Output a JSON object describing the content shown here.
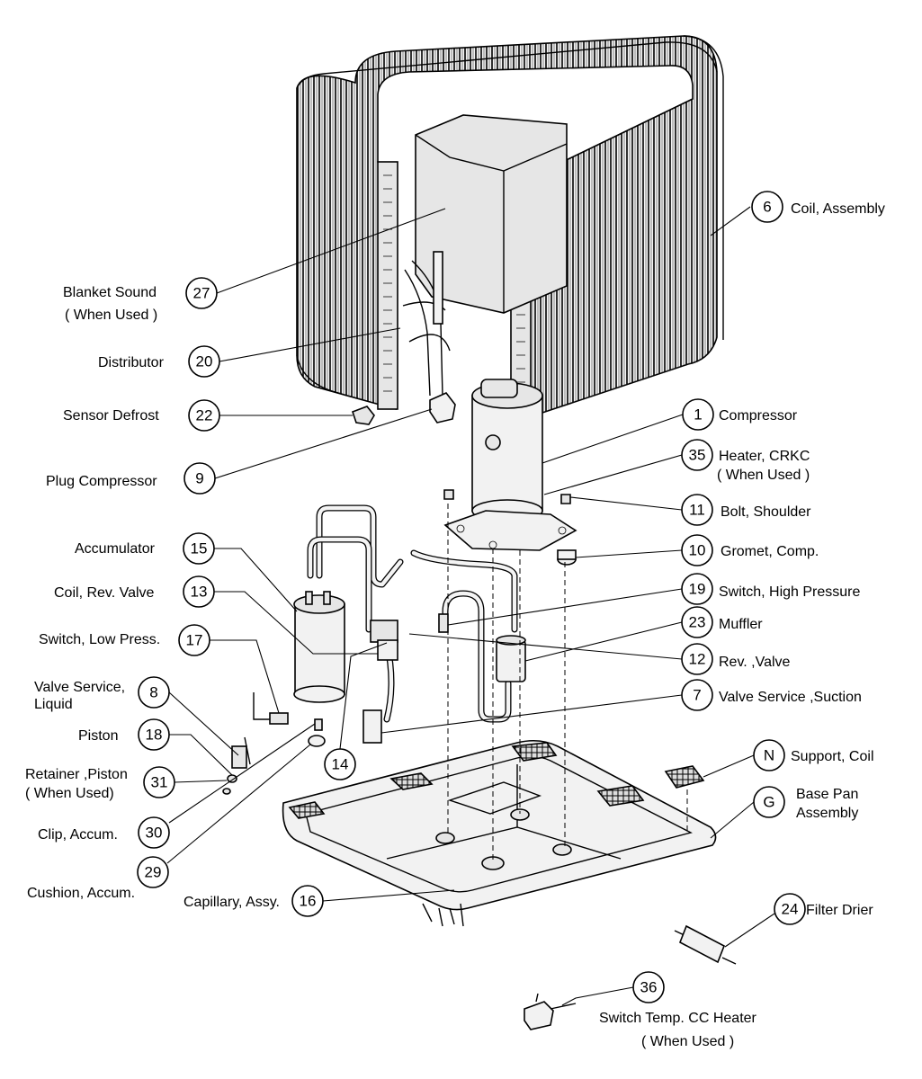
{
  "corner_text": "",
  "callouts": [
    {
      "id": "coil-assembly",
      "num": "6",
      "lines": [
        "Coil, Assembly"
      ]
    },
    {
      "id": "blanket-sound",
      "num": "27",
      "lines": [
        "Blanket Sound",
        "( When Used )"
      ]
    },
    {
      "id": "distributor",
      "num": "20",
      "lines": [
        "Distributor"
      ]
    },
    {
      "id": "sensor-defrost",
      "num": "22",
      "lines": [
        "Sensor Defrost"
      ]
    },
    {
      "id": "compressor",
      "num": "1",
      "lines": [
        "Compressor"
      ]
    },
    {
      "id": "heater-crkc",
      "num": "35",
      "lines": [
        "Heater, CRKC",
        "( When Used )"
      ]
    },
    {
      "id": "plug-compressor",
      "num": "9",
      "lines": [
        "Plug Compressor"
      ]
    },
    {
      "id": "bolt-shoulder",
      "num": "11",
      "lines": [
        "Bolt, Shoulder"
      ]
    },
    {
      "id": "accumulator",
      "num": "15",
      "lines": [
        "Accumulator"
      ]
    },
    {
      "id": "gromet-comp",
      "num": "10",
      "lines": [
        "Gromet, Comp."
      ]
    },
    {
      "id": "coil-rev-valve",
      "num": "13",
      "lines": [
        "Coil, Rev. Valve"
      ]
    },
    {
      "id": "switch-high-pressure",
      "num": "19",
      "lines": [
        "Switch, High Pressure"
      ]
    },
    {
      "id": "muffler",
      "num": "23",
      "lines": [
        "Muffler"
      ]
    },
    {
      "id": "switch-low-press",
      "num": "17",
      "lines": [
        "Switch, Low Press."
      ]
    },
    {
      "id": "rev-valve",
      "num": "12",
      "lines": [
        "Rev. ,Valve"
      ]
    },
    {
      "id": "valve-service-liquid",
      "num": "8",
      "lines": [
        "Valve Service,",
        "Liquid"
      ]
    },
    {
      "id": "valve-service-suction",
      "num": "7",
      "lines": [
        "Valve Service ,Suction"
      ]
    },
    {
      "id": "piston",
      "num": "18",
      "lines": [
        "Piston"
      ]
    },
    {
      "id": "tube-14",
      "num": "14",
      "lines": []
    },
    {
      "id": "support-coil",
      "num": "N",
      "lines": [
        "Support, Coil"
      ]
    },
    {
      "id": "retainer-piston",
      "num": "31",
      "lines": [
        "Retainer ,Piston",
        "( When Used)"
      ]
    },
    {
      "id": "base-pan",
      "num": "G",
      "lines": [
        "Base Pan",
        "Assembly"
      ]
    },
    {
      "id": "clip-accum",
      "num": "30",
      "lines": [
        "Clip, Accum."
      ]
    },
    {
      "id": "cushion-accum",
      "num": "29",
      "lines": [
        "Cushion, Accum."
      ]
    },
    {
      "id": "capillary-assy",
      "num": "16",
      "lines": [
        "Capillary, Assy."
      ]
    },
    {
      "id": "filter-drier",
      "num": "24",
      "lines": [
        "Filter Drier"
      ]
    },
    {
      "id": "switch-temp-cc-heater",
      "num": "36",
      "lines": [
        "Switch Temp. CC Heater",
        "( When Used )"
      ]
    }
  ]
}
